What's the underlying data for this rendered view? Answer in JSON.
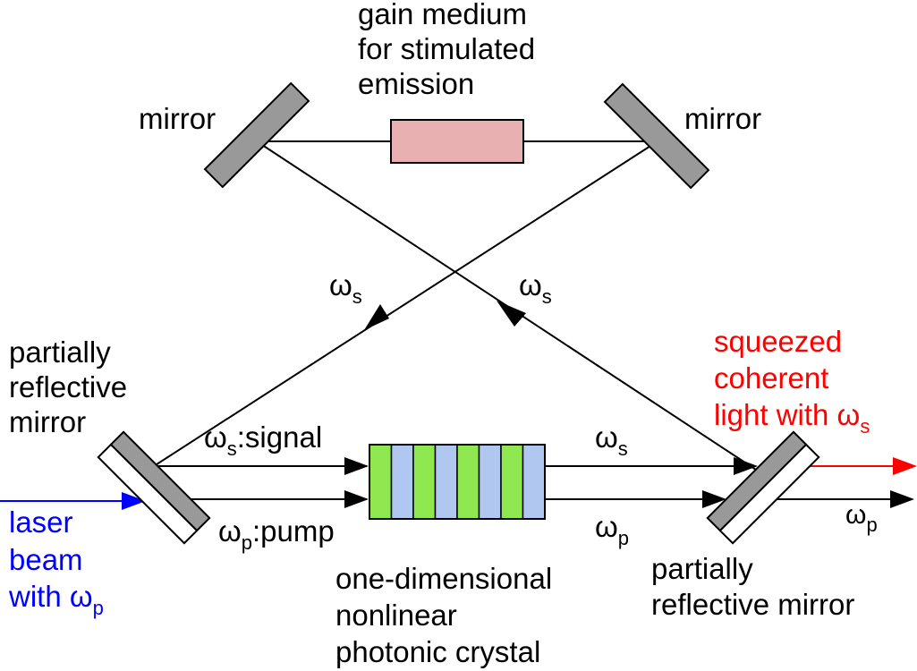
{
  "labels": {
    "gain_medium": [
      "gain medium",
      "for stimulated",
      "emission"
    ],
    "mirror_left": "mirror",
    "mirror_right": "mirror",
    "partial_left": [
      "partially",
      "reflective",
      "mirror"
    ],
    "partial_right": [
      "partially",
      "reflective mirror"
    ],
    "laser_beam": [
      "laser",
      "beam",
      "with ω",
      "p"
    ],
    "squeezed": [
      "squeezed",
      "coherent",
      "light with ω",
      "s"
    ],
    "crystal": [
      "one-dimensional",
      "nonlinear",
      "photonic crystal"
    ],
    "omega": "ω",
    "sub_s": "s",
    "sub_p": "p",
    "signal_suffix": ":signal",
    "pump_suffix": ":pump"
  },
  "colors": {
    "gain_medium_fill": "#e8b0b0",
    "crystal_green": "#90e850",
    "crystal_blue": "#b0c8f0",
    "mirror_gray": "#999999",
    "laser_blue": "#0000ff",
    "output_red": "#ff0000"
  }
}
